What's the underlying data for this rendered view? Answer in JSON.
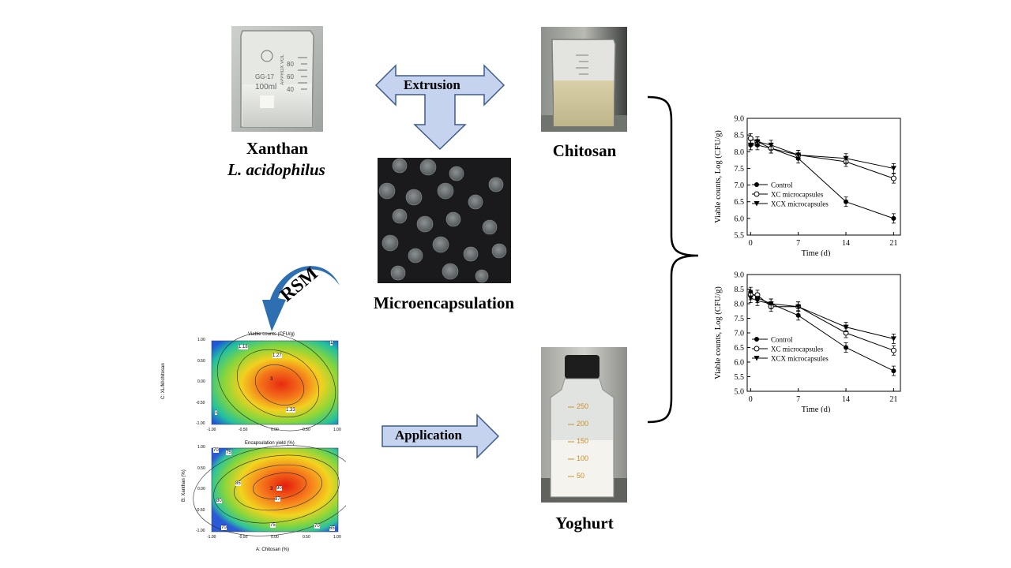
{
  "labels": {
    "xanthan": "Xanthan",
    "acidophilus": "L. acidophilus",
    "chitosan": "Chitosan",
    "microencapsulation": "Microencapsulation",
    "yoghurt": "Yoghurt",
    "extrusion": "Extrusion",
    "application": "Application",
    "rsm": "RSM"
  },
  "beaker_marks": [
    "GG-17",
    "100ml",
    "APPROX VOL",
    "80",
    "60",
    "40"
  ],
  "bottle_marks": [
    "250",
    "200",
    "150",
    "100",
    "50"
  ],
  "contour_plots": [
    {
      "title": "Viable counts (CFU/g)",
      "ylabel": "C: XL/M/chitosan",
      "yticks": [
        "1.00",
        "0.50",
        "0.00",
        "-0.50",
        "-1.00"
      ],
      "xticks": [
        "-1.00",
        "-0.50",
        "0.00",
        "0.50",
        "1.00"
      ],
      "contour_labels": [
        "1.18",
        "1.27",
        "1.33",
        "1",
        "1"
      ],
      "point_label": "3"
    },
    {
      "title": "Encapsulation yield (%)",
      "ylabel": "B: Xanthan (%)",
      "xlabel": "A: Chitosan (%)",
      "yticks": [
        "1.00",
        "0.50",
        "0.00",
        "-0.50",
        "-1.00"
      ],
      "xticks": [
        "-1.00",
        "-0.50",
        "0.00",
        "0.50",
        "1.00"
      ],
      "contour_labels": [
        "70",
        "75",
        "85",
        "80",
        "90",
        "87",
        "70",
        "75",
        "70",
        "65"
      ],
      "point_label": "3"
    }
  ],
  "chart_data": [
    {
      "type": "line",
      "xlabel": "Time (d)",
      "ylabel": "Viable counts, Log (CFU/g)",
      "x": [
        0,
        1,
        3,
        7,
        14,
        21
      ],
      "xticks": [
        0,
        7,
        14,
        21
      ],
      "yticks": [
        5.5,
        6.0,
        6.5,
        7.0,
        7.5,
        8.0,
        8.5,
        9.0
      ],
      "ylim": [
        5.5,
        9.0
      ],
      "xlim": [
        -0.5,
        22
      ],
      "legend_position": "left",
      "series": [
        {
          "name": "Control",
          "marker": "filled-circle",
          "values": [
            8.2,
            8.2,
            8.1,
            7.8,
            6.5,
            6.0
          ]
        },
        {
          "name": "XC microcapsules",
          "marker": "open-circle",
          "values": [
            8.4,
            8.3,
            8.1,
            7.9,
            7.7,
            7.2
          ]
        },
        {
          "name": "XCX microcapsules",
          "marker": "filled-triangle-down",
          "values": [
            8.2,
            8.3,
            8.2,
            7.9,
            7.8,
            7.5
          ]
        }
      ]
    },
    {
      "type": "line",
      "xlabel": "Time (d)",
      "ylabel": "Viable counts, Log (CFU/g)",
      "x": [
        0,
        1,
        3,
        7,
        14,
        21
      ],
      "xticks": [
        0,
        7,
        14,
        21
      ],
      "yticks": [
        5.0,
        5.5,
        6.0,
        6.5,
        7.0,
        7.5,
        8.0,
        8.5,
        9.0
      ],
      "ylim": [
        5.0,
        9.0
      ],
      "xlim": [
        -0.5,
        22
      ],
      "legend_position": "left",
      "series": [
        {
          "name": "Control",
          "marker": "filled-circle",
          "values": [
            8.4,
            8.2,
            8.0,
            7.6,
            6.5,
            5.7
          ]
        },
        {
          "name": "XC microcapsules",
          "marker": "open-circle",
          "values": [
            8.3,
            8.3,
            7.9,
            7.9,
            7.0,
            6.4
          ]
        },
        {
          "name": "XCX microcapsules",
          "marker": "filled-triangle-down",
          "values": [
            8.2,
            8.1,
            8.0,
            7.9,
            7.2,
            6.8
          ]
        }
      ]
    }
  ]
}
